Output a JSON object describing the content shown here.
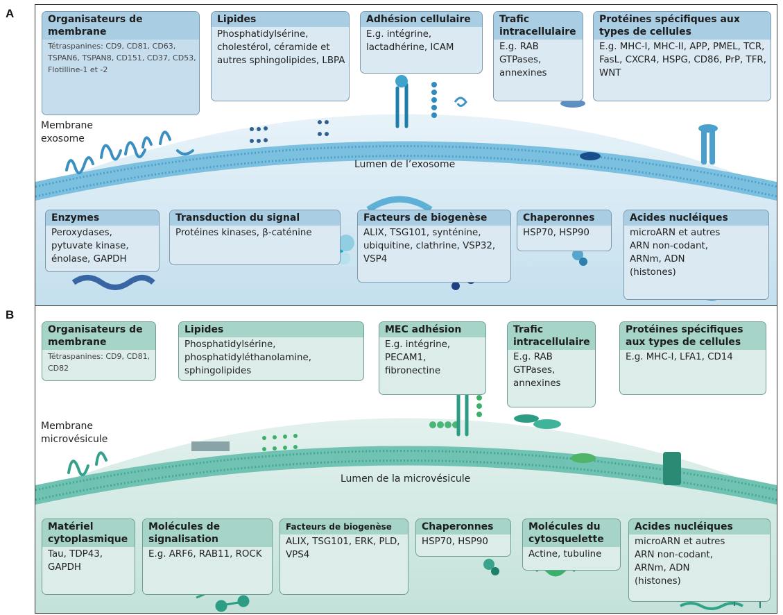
{
  "figure": {
    "panel_a": {
      "letter": "A",
      "membrane_label": "Membrane\nexosome",
      "lumen_label": "Lumen de l’exosome",
      "boxes": {
        "membrane_organizers": {
          "title": "Organisateurs de membrane",
          "body": "Tétraspanines:  CD9, CD81, CD63, TSPAN6, TSPAN8, CD151, CD37, CD53, Flotilline-1  et  -2"
        },
        "lipids": {
          "title": "Lipides",
          "body": "Phosphatidylsérine, cholestérol, céramide et autres sphingolipides, LBPA"
        },
        "cell_adhesion": {
          "title": "Adhésion cellulaire",
          "body": "E.g. intégrine, lactadhérine, ICAM"
        },
        "intracellular_traffic": {
          "title": "Trafic intracellulaire",
          "body": "E.g. RAB GTPases, annexines"
        },
        "cell_type_proteins": {
          "title": "Protéines spécifiques aux types de cellules",
          "body": "E.g. MHC-I, MHC-II, APP, PMEL, TCR, FasL, CXCR4, HSPG, CD86, PrP, TFR, WNT"
        },
        "enzymes": {
          "title": "Enzymes",
          "body": "Peroxydases, pytuvate kinase, énolase, GAPDH"
        },
        "signal_transduction": {
          "title": "Transduction du signal",
          "body": "Protéines kinases, β-caténine"
        },
        "biogenesis": {
          "title": "Facteurs de biogenèse",
          "body": "ALIX, TSG101, synténine, ubiquitine, clathrine, VSP32, VSP4"
        },
        "chaperones": {
          "title": "Chaperonnes",
          "body": "HSP70, HSP90"
        },
        "nucleic_acids": {
          "title": "Acides nucléiques",
          "body": "microARN et autres ARN non-codant, ARNm, ADN (histones)"
        }
      }
    },
    "panel_b": {
      "letter": "B",
      "membrane_label": "Membrane\nmicrovésicule",
      "lumen_label": "Lumen de la microvésicule",
      "boxes": {
        "membrane_organizers": {
          "title": "Organisateurs de membrane",
          "body": "Tétraspanines: CD9, CD81, CD82"
        },
        "lipids": {
          "title": "Lipides",
          "body": "Phosphatidylsérine, phosphatidyléthanolamine, sphingolipides"
        },
        "ecm_adhesion": {
          "title": "MEC adhésion",
          "body": "E.g. intégrine, PECAM1, fibronectine"
        },
        "intracellular_traffic": {
          "title": "Trafic intracellulaire",
          "body": "E.g. RAB GTPases, annexines"
        },
        "cell_type_proteins": {
          "title": "Protéines spécifiques aux types de cellules",
          "body": "E.g. MHC-I, LFA1, CD14"
        },
        "cytoplasmic_material": {
          "title": "Matériel cytoplasmique",
          "body": "Tau, TDP43, GAPDH"
        },
        "signaling_molecules": {
          "title": "Molécules de signalisation",
          "body": "E.g. ARF6, RAB11, ROCK"
        },
        "biogenesis": {
          "title": "Facteurs de biogenèse",
          "body": "ALIX, TSG101, ERK, PLD, VPS4"
        },
        "chaperones": {
          "title": "Chaperonnes",
          "body": "HSP70, HSP90"
        },
        "cytoskeleton": {
          "title": "Molécules du cytosquelette",
          "body": "Actine, tubuline"
        },
        "nucleic_acids": {
          "title": "Acides nucléiques",
          "body": "microARN et autres ARN non-codant, ARNm, ADN (histones)"
        }
      }
    }
  },
  "colors": {
    "exosome_membrane": "#6fb2d6",
    "exosome_lumen": "#d3e8f3",
    "exosome_protein_dark": "#1f4e8c",
    "microvesicle_membrane": "#5fb7a8",
    "microvesicle_lumen": "#d4ebe6",
    "microvesicle_protein": "#2b9c84"
  }
}
